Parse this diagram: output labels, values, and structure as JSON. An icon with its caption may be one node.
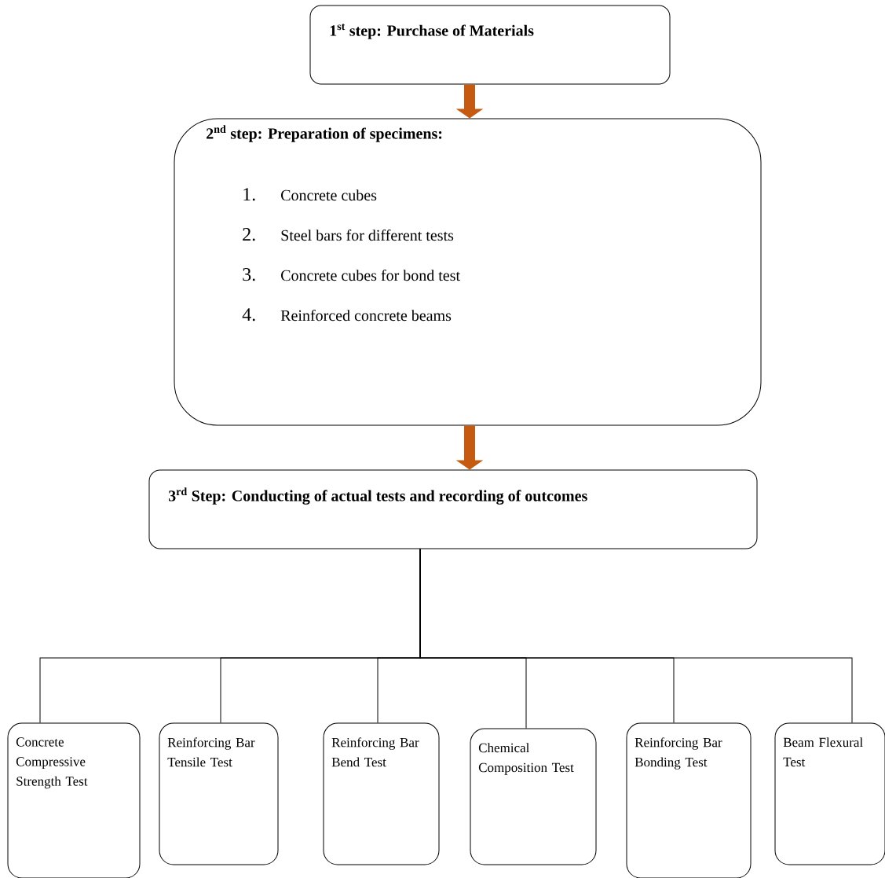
{
  "diagram": {
    "nodes": [
      {
        "text": [
          "1$^{st}$ step: Purchase of Materials"
        ]
      },
      {
        "text": [
          "2$^{nd}$ step: Preparation of specimens:",
          "1.",
          "Concrete cubes",
          "2.",
          "Steel bars for different tests",
          "3.",
          "Concrete cubes for bond test",
          "4.",
          "Reinforced concrete beams"
        ]
      },
      {
        "text": [
          "3$^{rd}$ Step: Conducting of actual tests and recording of outcomes"
        ]
      },
      {
        "text": [
          "Concrete Compressive Strength Test"
        ]
      },
      {
        "text": [
          "Reinforcing Bar Tensile Test"
        ]
      },
      {
        "text": [
          "Reinforcing Bar Bend Test"
        ]
      },
      {
        "text": [
          "Chemical Composition Test"
        ]
      },
      {
        "text": [
          "Reinforcing Bar Bonding Test"
        ]
      },
      {
        "text": [
          "Beam Flexural Test"
        ]
      }
    ],
    "edges": [
      {
        "from": 0,
        "to": 1,
        "arrow": "to",
        "style": "thick",
        "color": "#c55a11"
      },
      {
        "from": 1,
        "to": 2,
        "arrow": "to",
        "style": "thick",
        "color": "#c55a11"
      },
      {
        "from": 2,
        "to": 3,
        "arrow": "none"
      },
      {
        "from": 2,
        "to": 4,
        "arrow": "none"
      },
      {
        "from": 2,
        "to": 5,
        "arrow": "none"
      },
      {
        "from": 2,
        "to": 6,
        "arrow": "none"
      },
      {
        "from": 2,
        "to": 7,
        "arrow": "none"
      },
      {
        "from": 2,
        "to": 8,
        "arrow": "none"
      }
    ]
  }
}
